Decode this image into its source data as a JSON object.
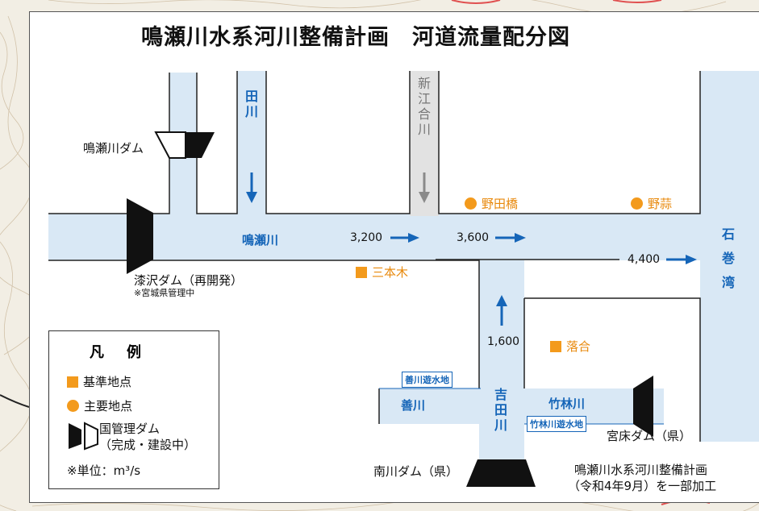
{
  "title": "鳴瀬川水系河川整備計画　河道流量配分図",
  "colors": {
    "river": "#d9e8f5",
    "arrow": "#1565b8",
    "grey_river": "#e2e2e2",
    "grey_arrow": "#8a8a8a",
    "point": "#f39a1c"
  },
  "rivers": {
    "tagawa": "田川",
    "shinkoaigawa": "新江合川",
    "naruse": "鳴瀬川",
    "yoshidagawa": "吉田川",
    "yoshikawa": "善川",
    "chikurin": "竹林川",
    "bay": "石巻湾"
  },
  "dams": {
    "naruse_dam": "鳴瀬川ダム",
    "urushizawa": "漆沢ダム（再開発）",
    "urushizawa_note": "※宮城県管理中",
    "miyatoko": "宮床ダム（県）",
    "minamikawa": "南川ダム（県）"
  },
  "flows": {
    "f1": "3,200",
    "f2": "3,600",
    "f3": "4,400",
    "f4": "1,600"
  },
  "points": {
    "sanbongi": "三本木",
    "nodabashi": "野田橋",
    "noyaru": "野蒜",
    "ochiai": "落合"
  },
  "retention": {
    "yoshikawa": "善川遊水地",
    "chikurin": "竹林川遊水地"
  },
  "legend": {
    "title": "凡例",
    "base_point": "基準地点",
    "main_point": "主要地点",
    "dam_line1": "国管理ダム",
    "dam_line2": "（完成・建設中）",
    "unit": "※単位：m³/s"
  },
  "note": {
    "line1": "鳴瀬川水系河川整備計画",
    "line2": "（令和4年9月）を一部加工"
  }
}
